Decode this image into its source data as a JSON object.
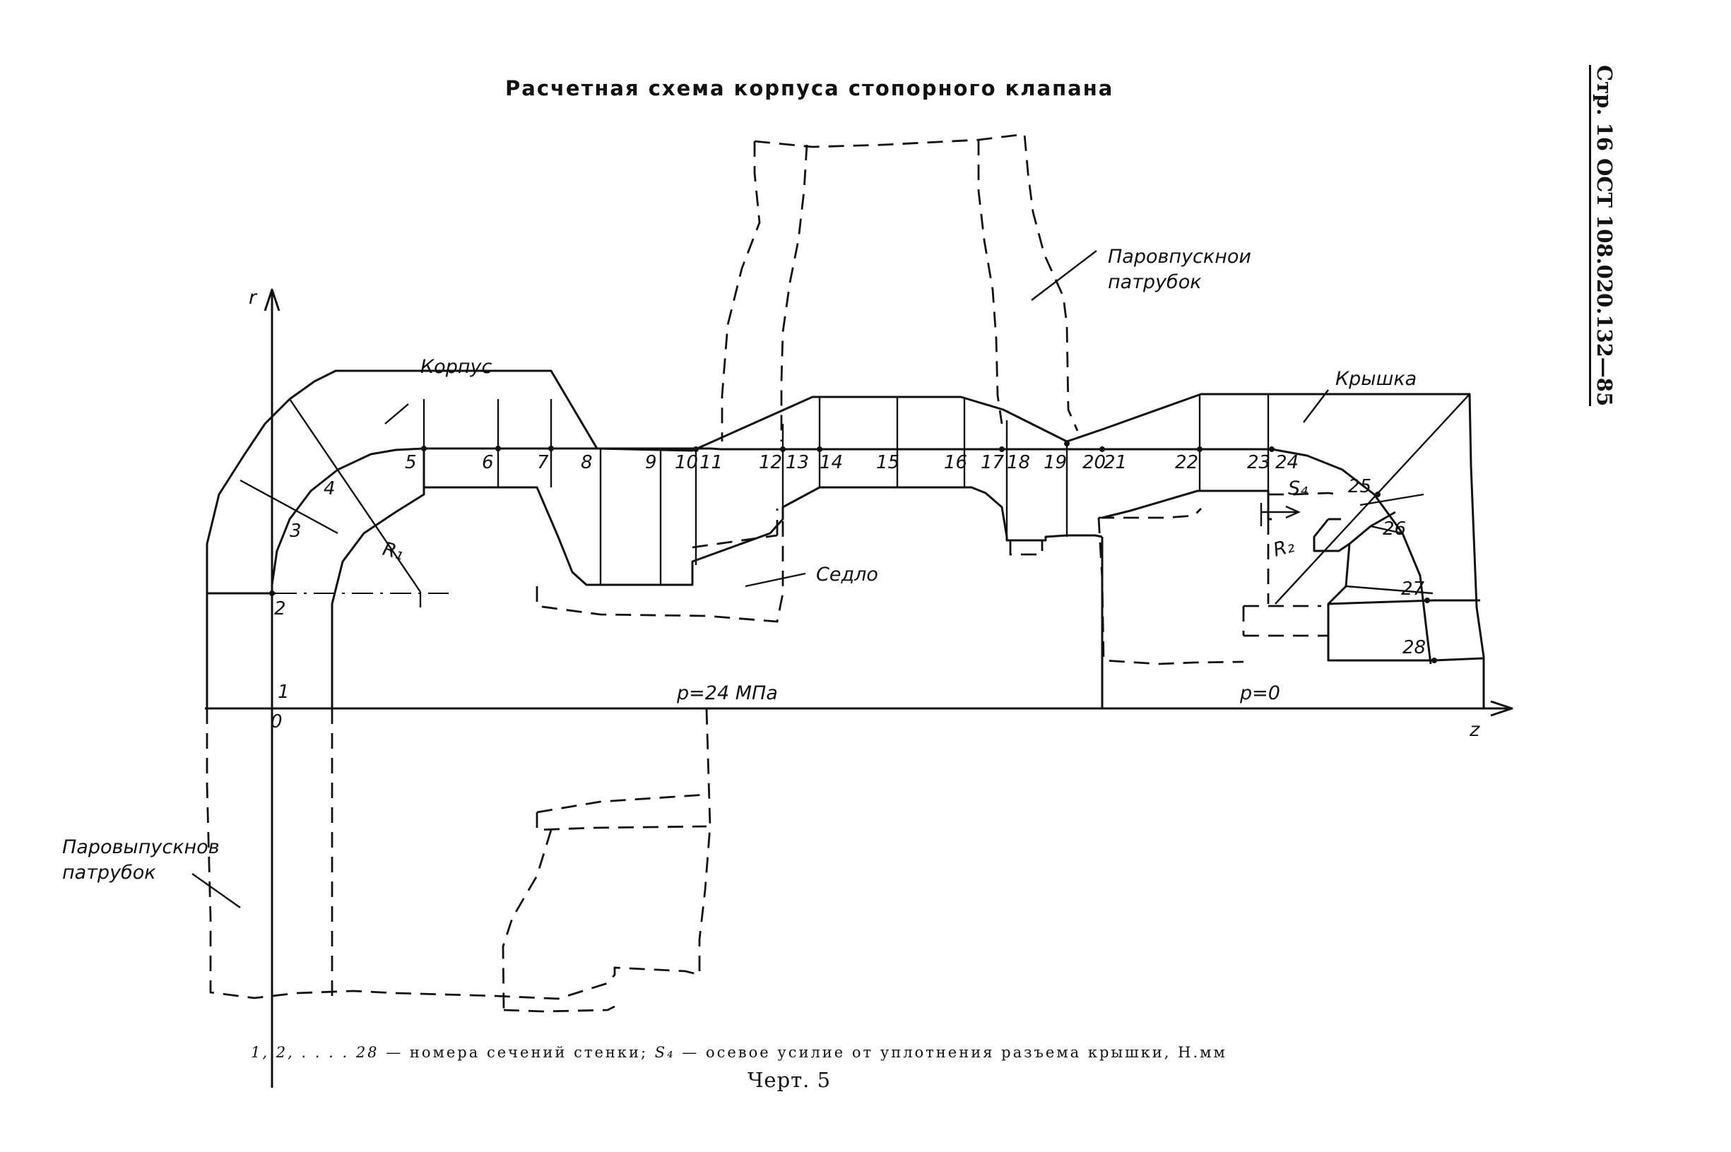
{
  "title": "Расчетная схема корпуса стопорного клапана",
  "side_stamp": "Стр. 16 ОСТ 108.020.132—85",
  "labels": {
    "body": "Корпус",
    "cover": "Крышка",
    "seat": "Седло",
    "inlet_line1": "Паровпускнои",
    "inlet_line2": "патрубок",
    "outlet_line1": "Паровыпускнов",
    "outlet_line2": "патрубок",
    "axis_r": "r",
    "axis_z": "z",
    "origin": "0",
    "pressure_left": "p=24 МПа",
    "pressure_right": "p=0",
    "radius1": "R₁",
    "radius2": "R₂",
    "force": "S₄"
  },
  "section_numbers": [
    "1",
    "2",
    "3",
    "4",
    "5",
    "6",
    "7",
    "8",
    "9",
    "10",
    "11",
    "12",
    "13",
    "14",
    "15",
    "16",
    "17",
    "18",
    "19",
    "20",
    "21",
    "22",
    "23",
    "24",
    "25",
    "26",
    "27",
    "28"
  ],
  "caption": {
    "range": "1, 2, . . . . 28",
    "text1": " — номера сечений стенки; ",
    "symbol": "S₄",
    "text2": " — осевое усилие от уплотнения разъема крышки, Н.мм"
  },
  "figure_label": "Черт. 5"
}
